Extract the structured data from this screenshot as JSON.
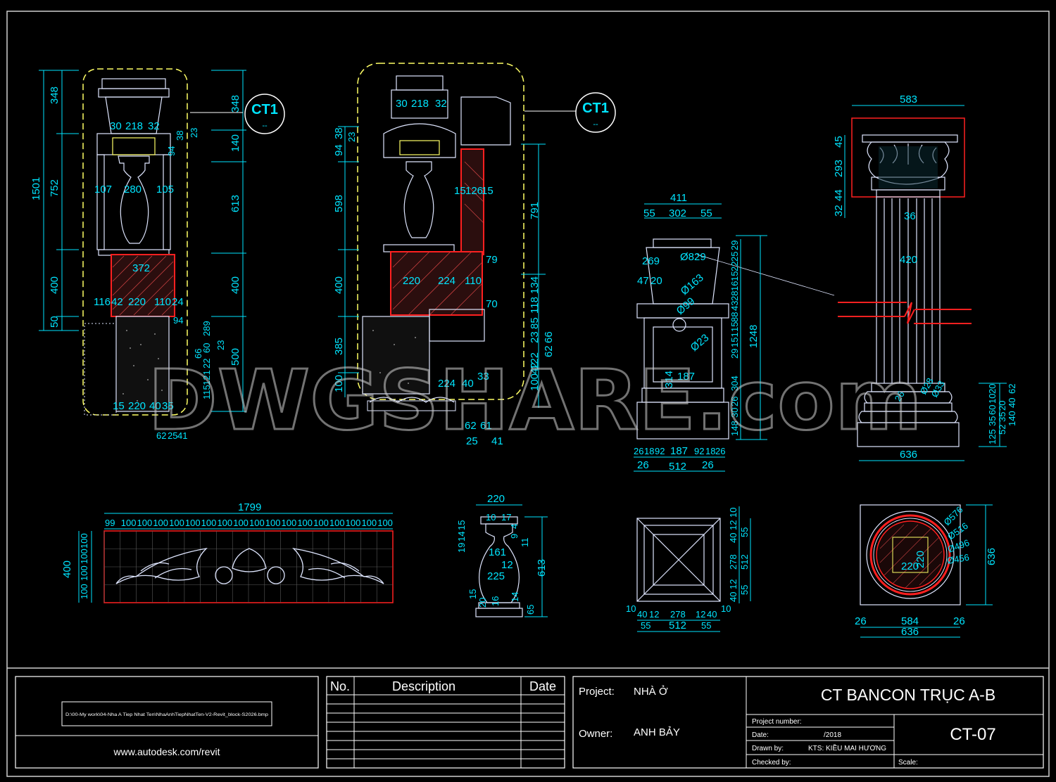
{
  "sheet": {
    "sheet_number": "CT-07",
    "title": "CT BANCON TRỤC A-B",
    "file_path": "D:\\00-My work\\04-Nha A Tiep Nhat Ten\\NhaAnhTiepNhatTen-V2-Revit_block-S2026.bmp",
    "website": "www.autodesk.com/revit"
  },
  "revision_table": {
    "col_no": "No.",
    "col_description": "Description",
    "col_date": "Date"
  },
  "project": {
    "project_label": "Project:",
    "project_value": "NHÀ Ở",
    "owner_label": "Owner:",
    "owner_value": "ANH BẢY"
  },
  "title_block": {
    "project_number_label": "Project number:",
    "date_label": "Date:",
    "date_value": "/2018",
    "drawn_by_label": "Drawn by:",
    "drawn_by_value": "KTS: KIỀU MAI HƯƠNG",
    "checked_by_label": "Checked by:",
    "scale_label": "Scale:"
  },
  "watermark": "DWGSHARE.com",
  "callouts": [
    {
      "label": "CT1",
      "sub": "--"
    },
    {
      "label": "CT1",
      "sub": "--"
    }
  ],
  "colors": {
    "dimension": "#00e5ff",
    "outline": "#ffffff",
    "section": "#ff2020",
    "hidden": "#ffff66",
    "background": "#000000"
  },
  "view1": {
    "dims_left": [
      "348",
      "1501",
      "752",
      "400",
      "50"
    ],
    "dims_right": [
      "348",
      "140",
      "613",
      "400",
      "500"
    ],
    "top": [
      "30",
      "218",
      "32"
    ],
    "mid": [
      "107",
      "280",
      "105"
    ],
    "base": "372",
    "row": [
      "116",
      "42",
      "220",
      "110",
      "24"
    ],
    "bottom": [
      "15",
      "220",
      "40",
      "35"
    ],
    "foot": [
      "62",
      "25",
      "41"
    ],
    "side": [
      "94",
      "38",
      "23",
      "94",
      "289",
      "60",
      "66",
      "23",
      "22",
      "121",
      "115"
    ]
  },
  "view2": {
    "dims_left": [
      "94",
      "38",
      "23",
      "598",
      "400",
      "385",
      "100"
    ],
    "top": [
      "30",
      "218",
      "32"
    ],
    "mid": [
      "15",
      "126",
      "15"
    ],
    "row": [
      "220",
      "224",
      "110"
    ],
    "right": [
      "791",
      "79",
      "134",
      "70",
      "118",
      "85",
      "23",
      "122",
      "66",
      "62",
      "100",
      "42"
    ],
    "bottom": [
      "224",
      "40",
      "33"
    ],
    "foot": [
      "62",
      "61",
      "25",
      "41"
    ]
  },
  "view3": {
    "top": [
      "411",
      "55",
      "302",
      "55"
    ],
    "labels": [
      "269",
      "47",
      "20",
      "Ø829",
      "Ø163",
      "Ø99",
      "Ø23",
      "314",
      "187"
    ],
    "right": [
      "1248",
      "29",
      "25",
      "22",
      "15",
      "16",
      "28",
      "43",
      "88",
      "15",
      "151",
      "29",
      "304",
      "26",
      "30",
      "148"
    ],
    "bottom": [
      "26",
      "18",
      "92",
      "187",
      "92",
      "18",
      "26",
      "26",
      "512",
      "26"
    ]
  },
  "view4": {
    "top": "583",
    "left": [
      "45",
      "293",
      "32",
      "44"
    ],
    "labels": [
      "36",
      "420",
      "26",
      "Ø28",
      "Ø33"
    ],
    "right": [
      "125",
      "35",
      "60",
      "10",
      "20",
      "52",
      "35",
      "20",
      "140",
      "40",
      "62"
    ],
    "bottom": "636"
  },
  "view5": {
    "total": "1799",
    "segments": [
      "99",
      "100",
      "100",
      "100",
      "100",
      "100",
      "100",
      "100",
      "100",
      "100",
      "100",
      "100",
      "100",
      "100",
      "100",
      "100",
      "100",
      "100"
    ],
    "height": "400",
    "left": [
      "100",
      "100",
      "100",
      "100"
    ]
  },
  "view6": {
    "top": "220",
    "left": [
      "19",
      "14",
      "15"
    ],
    "labels": [
      "10",
      "17",
      "161",
      "12",
      "225",
      "15",
      "20",
      "16",
      "14",
      "4",
      "9",
      "11"
    ],
    "right": [
      "613",
      "65"
    ]
  },
  "view7": {
    "top": [
      "10",
      "12",
      "40",
      "55",
      "278",
      "512",
      "12",
      "40",
      "55"
    ],
    "bottom": [
      "10",
      "40",
      "12",
      "278",
      "12",
      "40",
      "10",
      "55",
      "512",
      "55"
    ]
  },
  "view8": {
    "labels": [
      "Ø576",
      "Ø516",
      "Ø496",
      "Ø456",
      "220",
      "220"
    ],
    "right": "636",
    "bottom": [
      "26",
      "584",
      "26",
      "636"
    ]
  }
}
